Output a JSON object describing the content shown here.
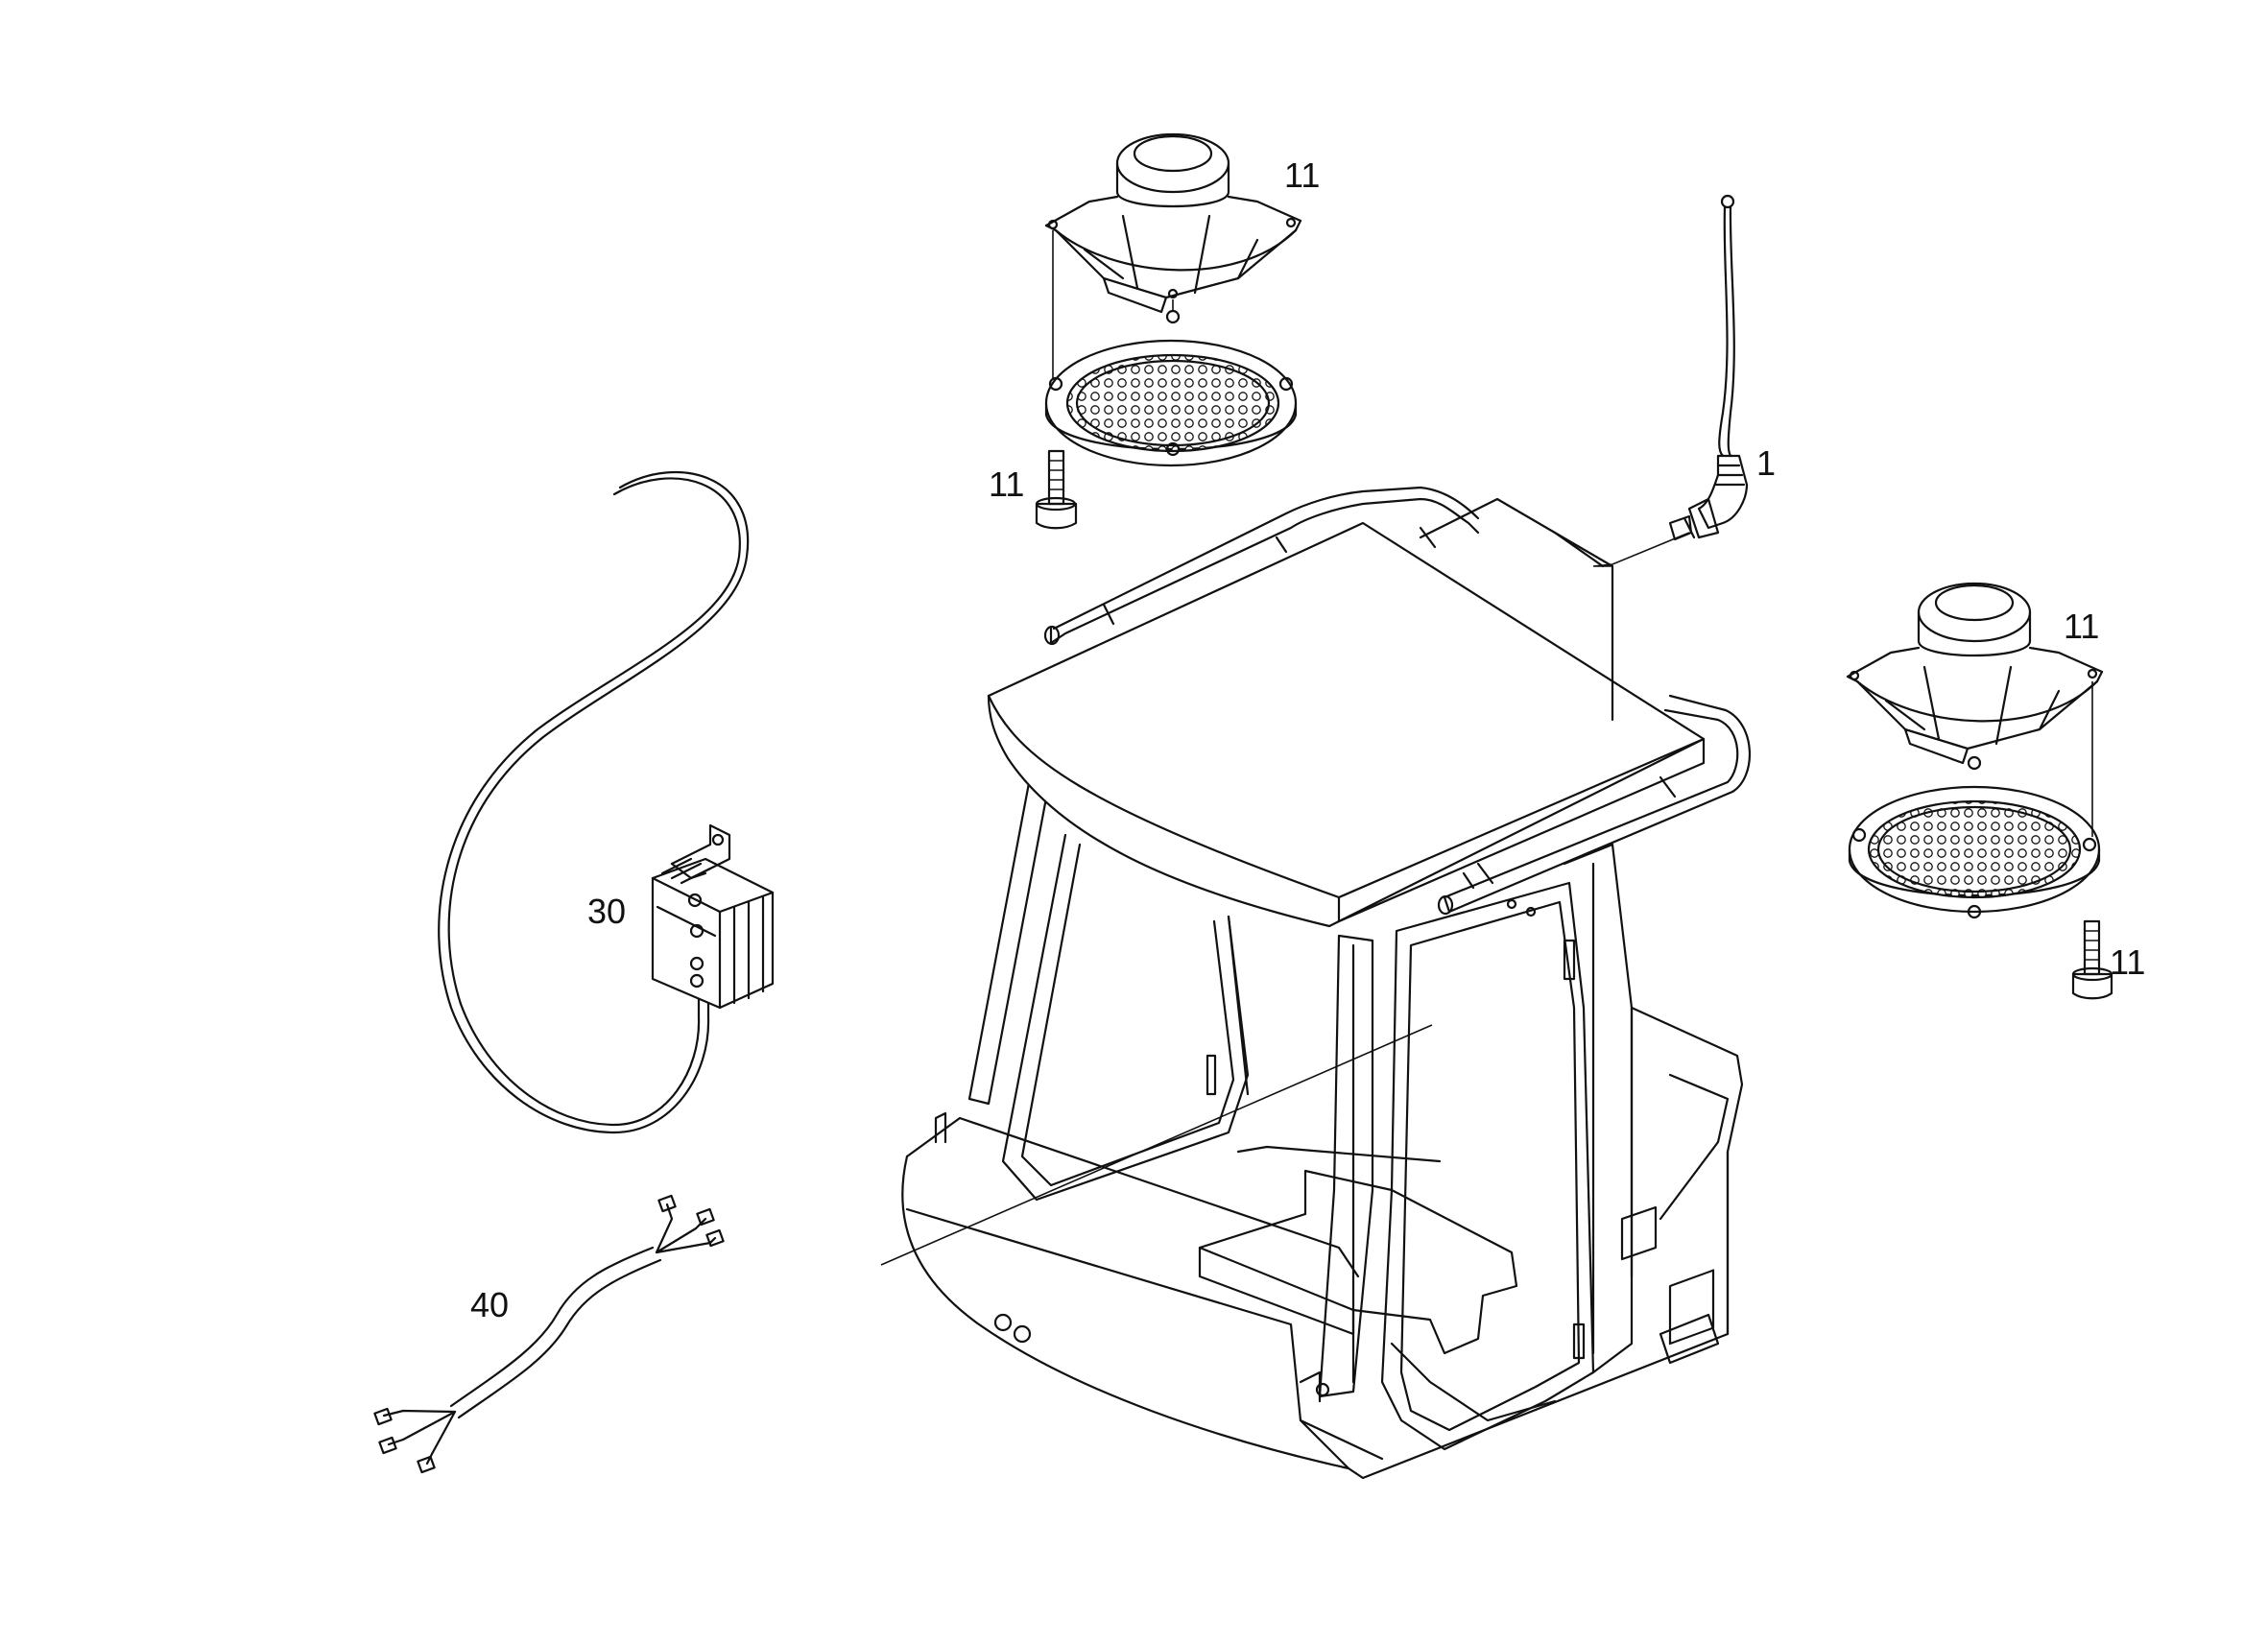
{
  "callouts": {
    "speaker_top": "11",
    "screw_top": "11",
    "antenna": "1",
    "speaker_right": "11",
    "screw_right": "11",
    "amplifier": "30",
    "harness": "40"
  }
}
